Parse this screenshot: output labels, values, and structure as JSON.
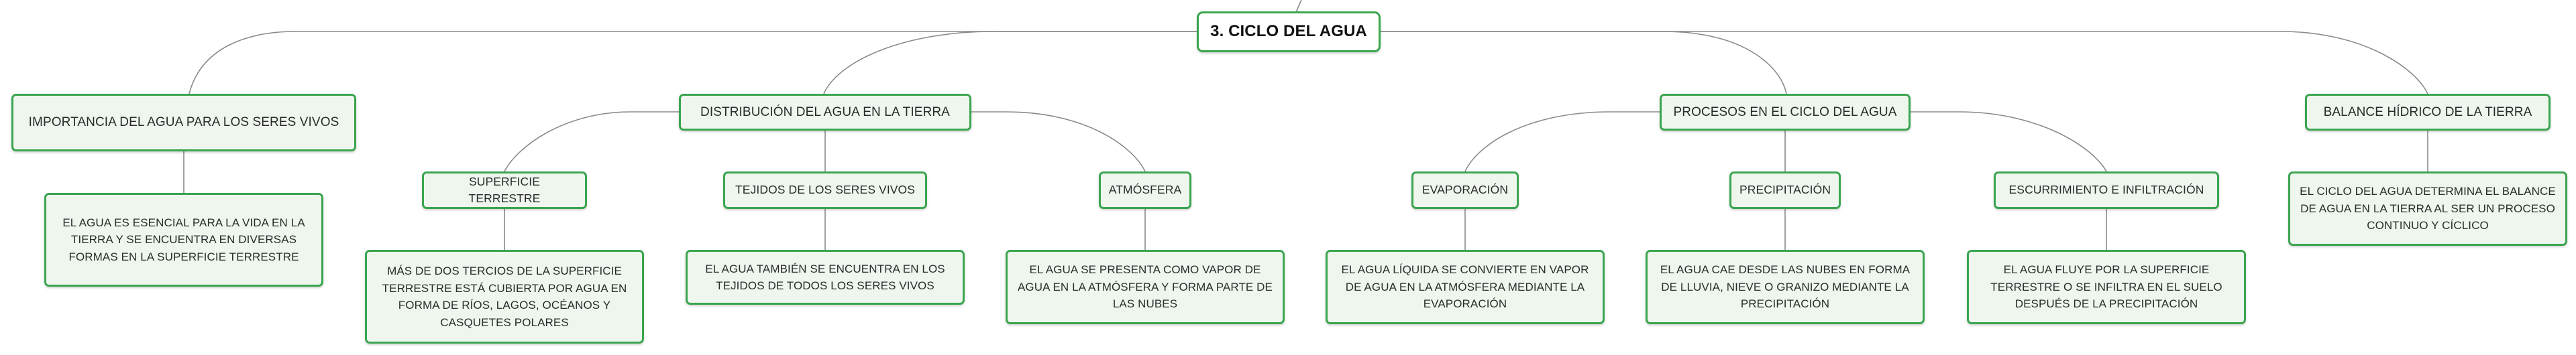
{
  "root": {
    "label": "3. CICLO DEL AGUA"
  },
  "branches": [
    {
      "label": "IMPORTANCIA DEL AGUA PARA LOS SERES VIVOS",
      "description": "EL AGUA ES ESENCIAL PARA LA VIDA EN LA TIERRA Y SE ENCUENTRA EN DIVERSAS FORMAS EN LA SUPERFICIE TERRESTRE"
    },
    {
      "label": "DISTRIBUCIÓN DEL AGUA EN LA TIERRA",
      "children": [
        {
          "label": "SUPERFICIE TERRESTRE",
          "description": "MÁS DE DOS TERCIOS DE LA SUPERFICIE TERRESTRE ESTÁ CUBIERTA POR AGUA EN FORMA DE RÍOS, LAGOS, OCÉANOS Y CASQUETES POLARES"
        },
        {
          "label": "TEJIDOS DE LOS SERES VIVOS",
          "description": "EL AGUA TAMBIÉN SE ENCUENTRA EN LOS TEJIDOS DE TODOS LOS SERES VIVOS"
        },
        {
          "label": "ATMÓSFERA",
          "description": "EL AGUA SE PRESENTA COMO VAPOR DE AGUA EN LA ATMÓSFERA Y FORMA PARTE DE LAS NUBES"
        }
      ]
    },
    {
      "label": "PROCESOS EN EL CICLO DEL AGUA",
      "children": [
        {
          "label": "EVAPORACIÓN",
          "description": "EL AGUA LÍQUIDA SE CONVIERTE EN VAPOR DE AGUA EN LA ATMÓSFERA MEDIANTE LA EVAPORACIÓN"
        },
        {
          "label": "PRECIPITACIÓN",
          "description": "EL AGUA CAE DESDE LAS NUBES EN FORMA DE LLUVIA, NIEVE O GRANIZO MEDIANTE LA PRECIPITACIÓN"
        },
        {
          "label": "ESCURRIMIENTO E INFILTRACIÓN",
          "description": "EL AGUA FLUYE POR LA SUPERFICIE TERRESTRE O SE INFILTRA EN EL SUELO DESPUÉS DE LA PRECIPITACIÓN"
        }
      ]
    },
    {
      "label": "BALANCE HÍDRICO DE LA TIERRA",
      "description": "EL CICLO DEL AGUA DETERMINA EL BALANCE DE AGUA EN LA TIERRA AL SER UN PROCESO CONTINUO Y CÍCLICO"
    }
  ]
}
